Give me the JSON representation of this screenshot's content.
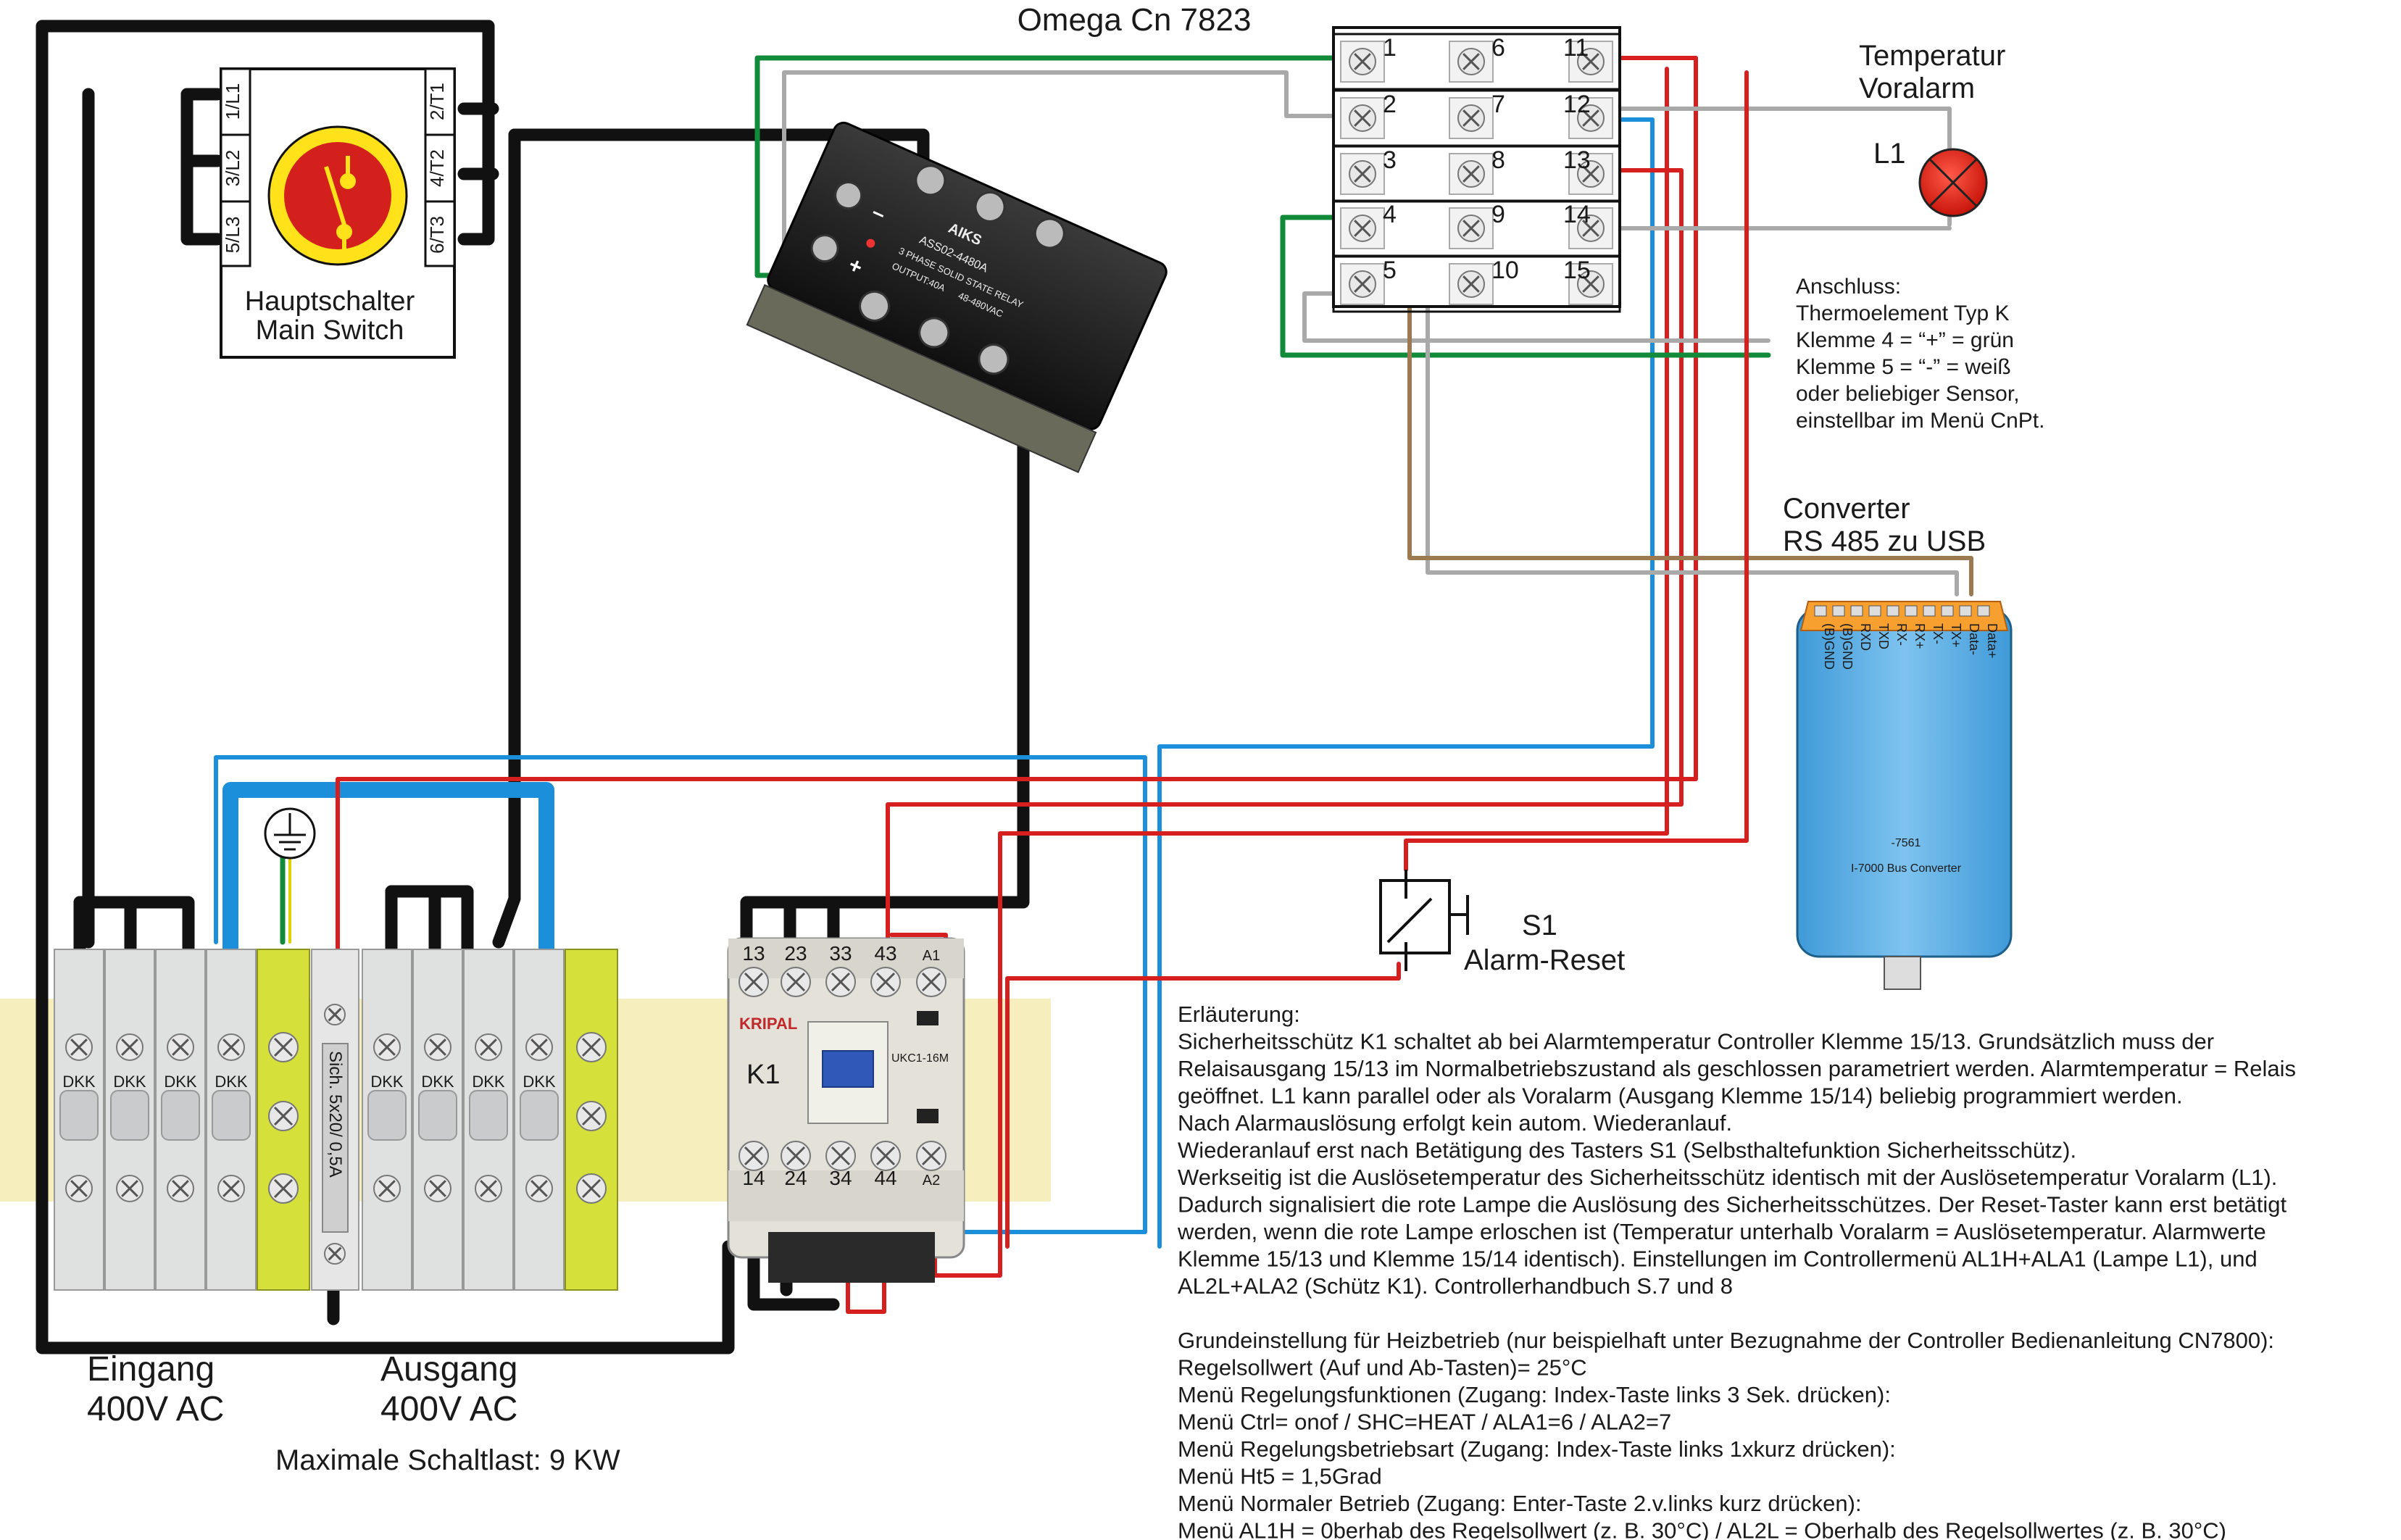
{
  "title": "Omega Cn 7823",
  "terminals": [
    "1",
    "2",
    "3",
    "4",
    "5",
    "6",
    "7",
    "8",
    "9",
    "10",
    "11",
    "12",
    "13",
    "14",
    "15"
  ],
  "main_switch": {
    "pins_left": [
      "1/L1",
      "3/L2",
      "5/L3"
    ],
    "pins_right": [
      "2/T1",
      "4/T2",
      "6/T3"
    ],
    "label_de": "Hauptschalter",
    "label_en": "Main Switch"
  },
  "ssr": {
    "brand": "AIKS",
    "model": "ASS02-4480A",
    "desc": "3 PHASE SOLID STATE RELAY",
    "output": "OUTPUT:40A",
    "voltage": "48-480VAC",
    "minus": "–",
    "plus": "+"
  },
  "lamp": {
    "label1": "Temperatur",
    "label2": "Voralarm",
    "id": "L1"
  },
  "note_sensor": [
    "Anschluss:",
    "Thermoelement Typ K",
    "Klemme 4 = “+” = grün",
    "Klemme 5 = “-” = weiß",
    "oder beliebiger Sensor,",
    "einstellbar im Menü CnPt."
  ],
  "converter": {
    "label1": "Converter",
    "label2": "RS 485 zu USB",
    "pins": [
      "(B)GND",
      "(B)GND",
      "RXD",
      "TXD",
      "RX-",
      "RX+",
      "TX-",
      "TX+",
      "Data-",
      "Data+"
    ],
    "model": "-7561",
    "desc": "I-7000 Bus Converter"
  },
  "switch_s1": {
    "id": "S1",
    "label": "Alarm-Reset"
  },
  "terminal_block": {
    "tags": [
      "DKK",
      "DKK",
      "DKK",
      "DKK",
      "DKK",
      "DKK",
      "DKK",
      "DKK"
    ],
    "fuse": "Sich. 5x20/ 0,5A"
  },
  "contactor": {
    "brand": "KRIPAL",
    "id": "K1",
    "model": "UKC1-16M",
    "top_pins": [
      "13",
      "23",
      "33",
      "43",
      "A1"
    ],
    "bottom_pins": [
      "14",
      "24",
      "34",
      "44",
      "A2"
    ]
  },
  "labels": {
    "input1": "Eingang",
    "input2": "400V AC",
    "output1": "Ausgang",
    "output2": "400V AC",
    "max_load": "Maximale Schaltlast: 9 KW"
  },
  "explanation": [
    "Erläuterung:",
    "Sicherheitsschütz K1 schaltet ab bei Alarmtemperatur Controller Klemme 15/13. Grundsätzlich muss der",
    "Relaisausgang 15/13 im Normalbetriebszustand als geschlossen parametriert werden. Alarmtemperatur = Relais",
    "geöffnet. L1 kann parallel oder als Voralarm (Ausgang Klemme 15/14) beliebig programmiert werden.",
    "Nach Alarmauslösung erfolgt kein autom. Wiederanlauf.",
    "Wiederanlauf erst nach Betätigung des Tasters S1 (Selbsthaltefunktion Sicherheitsschütz).",
    "Werkseitig ist die Auslösetemperatur des Sicherheitsschütz identisch mit der Auslösetemperatur Voralarm (L1).",
    "Dadurch signalisiert die rote Lampe die Auslösung des Sicherheitsschützes. Der Reset-Taster kann erst betätigt",
    "werden, wenn die rote Lampe erloschen ist (Temperatur unterhalb Voralarm = Auslösetemperatur.  Alarmwerte",
    "Klemme 15/13 und Klemme 15/14 identisch). Einstellungen im Controllermenü AL1H+ALA1 (Lampe L1), und",
    "AL2L+ALA2 (Schütz K1). Controllerhandbuch S.7 und 8",
    "",
    "Grundeinstellung für Heizbetrieb (nur beispielhaft unter Bezugnahme der Controller Bedienanleitung CN7800):",
    "Regelsollwert (Auf und Ab-Tasten)= 25°C",
    "Menü Regelungsfunktionen (Zugang: Index-Taste links 3 Sek. drücken):",
    "Menü Ctrl= onof / SHC=HEAT / ALA1=6 / ALA2=7",
    "Menü Regelungsbetriebsart (Zugang: Index-Taste links 1xkurz drücken):",
    "Menü Ht5 = 1,5Grad",
    "Menü Normaler Betrieb (Zugang: Enter-Taste 2.v.links kurz drücken):",
    "Menü AL1H = 0berhab des Regelsollwert (z. B. 30°C) / AL2L = Oberhalb des Regelsollwertes (z. B. 30°C)"
  ]
}
